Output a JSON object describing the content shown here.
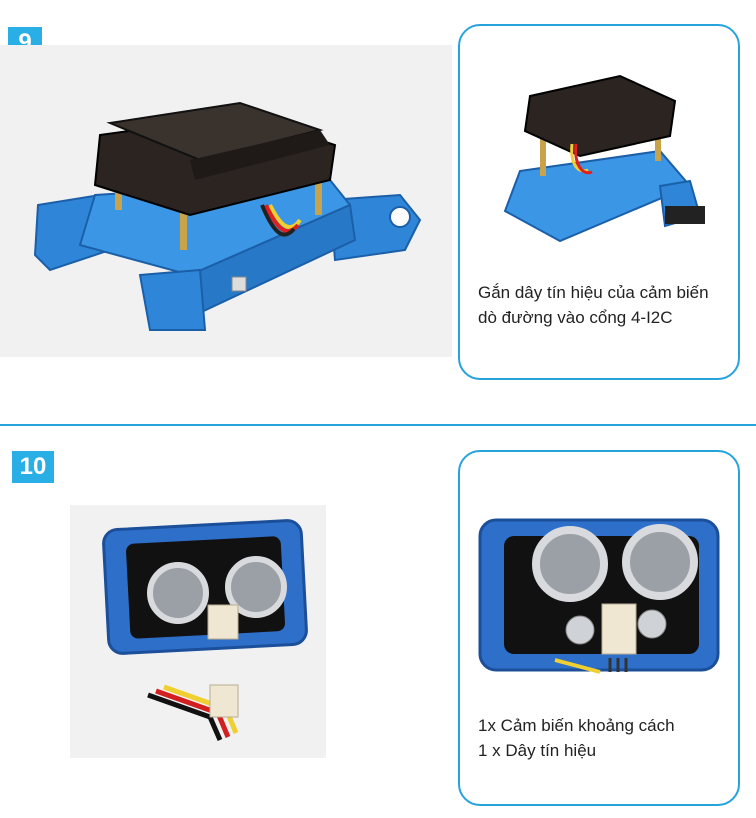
{
  "step9": {
    "number": "9",
    "caption_line1": "Gắn dây tín hiệu của cảm biến",
    "caption_line2": "dò đường vào cổng 4-I2C"
  },
  "step10": {
    "number": "10",
    "caption_line1": "1x Cảm biến khoảng cách",
    "caption_line2": "1 x Dây tín hiệu"
  },
  "colors": {
    "accent": "#27a3dc",
    "chassis_blue": "#2a7fd4",
    "board_dark": "#2b2420"
  }
}
